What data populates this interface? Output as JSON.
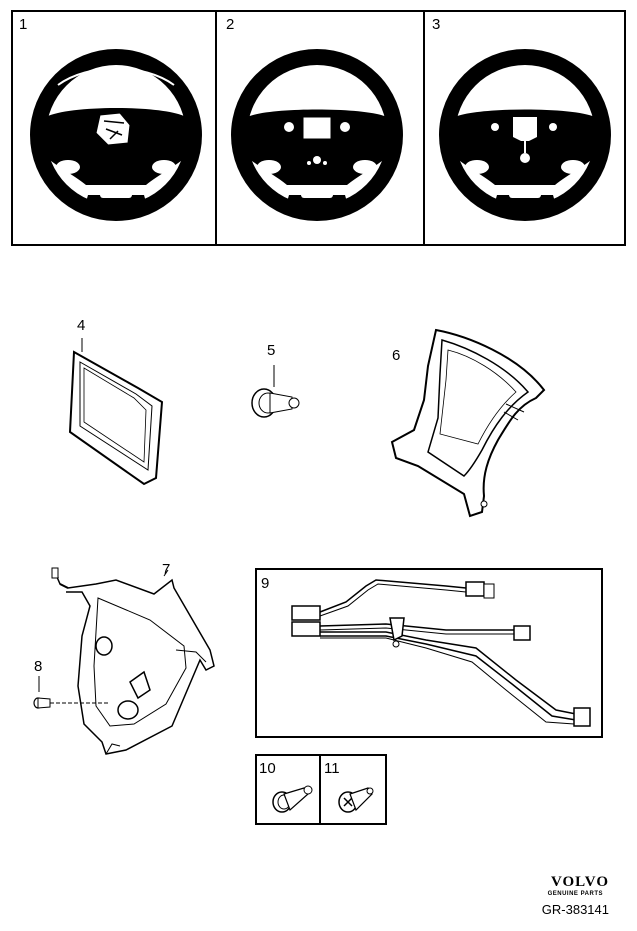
{
  "diagram": {
    "callouts": {
      "c1": "1",
      "c2": "2",
      "c3": "3",
      "c4": "4",
      "c5": "5",
      "c6": "6",
      "c7": "7",
      "c8": "8",
      "c9": "9",
      "c10": "10",
      "c11": "11"
    },
    "brand": "VOLVO",
    "brand_tagline": "GENUINE PARTS",
    "reference": "GR-383141"
  }
}
